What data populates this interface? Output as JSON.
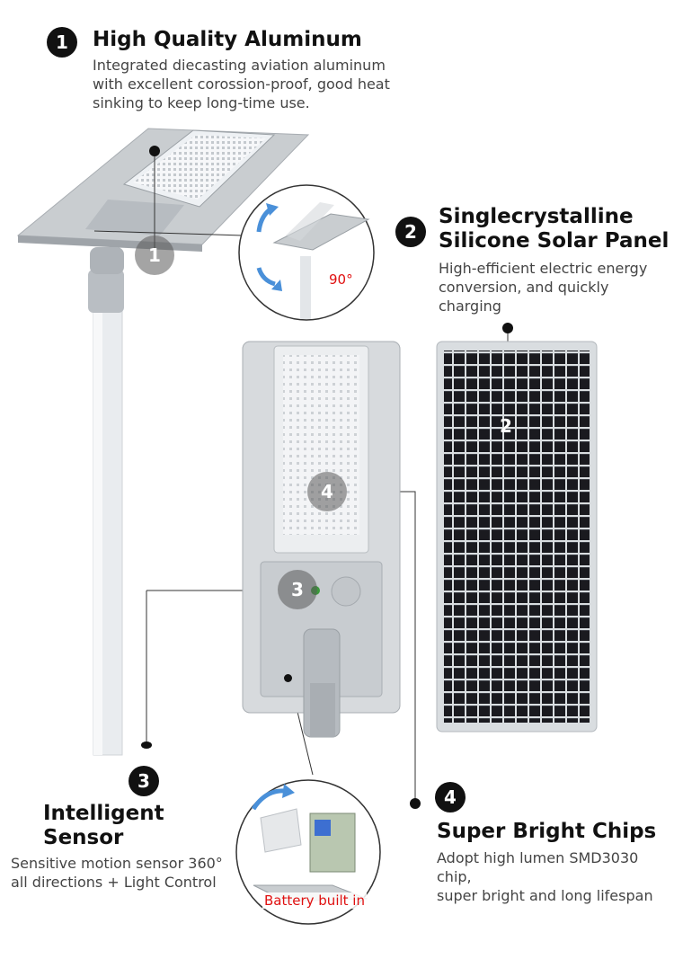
{
  "features": [
    {
      "number": "1",
      "title": "High Quality Aluminum",
      "description": [
        "Integrated diecasting aviation aluminum",
        "with excellent corossion-proof, good heat",
        "sinking to keep long-time use."
      ]
    },
    {
      "number": "2",
      "title": [
        "Singlecrystalline",
        "Silicone Solar Panel"
      ],
      "description": [
        "High-efficient electric energy",
        "conversion, and quickly charging"
      ]
    },
    {
      "number": "3",
      "title": [
        "Intelligent",
        "Sensor"
      ],
      "description": [
        "Sensitive motion sensor 360°",
        "all directions + Light Control"
      ]
    },
    {
      "number": "4",
      "title": "Super Bright Chips",
      "description": [
        "Adopt high lumen SMD3030 chip,",
        "super bright and long lifespan"
      ]
    }
  ],
  "callouts": {
    "rotation": "90°",
    "battery": "Battery built in"
  },
  "markers": [
    "1",
    "2",
    "3",
    "4"
  ],
  "colors": {
    "accent_red": "#e01010",
    "aluminum": "#c9cdd0",
    "panel_cell": "#1a1a1f",
    "badge": "#111111"
  }
}
